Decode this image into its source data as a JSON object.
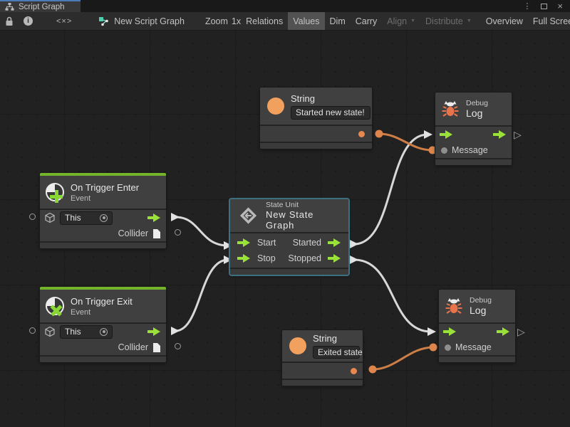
{
  "tab": {
    "title": "Script Graph"
  },
  "icons": {
    "menu_glyph": "⋮",
    "close_glyph": "×",
    "chevron_down": "▼",
    "hollow_triangle": "▷",
    "breadcrumb_glyph": "<×>"
  },
  "toolbar": {
    "graph_name": "New Script Graph",
    "zoom_label": "Zoom",
    "zoom_value": "1x",
    "buttons": {
      "relations": "Relations",
      "values": "Values",
      "dim": "Dim",
      "carry": "Carry",
      "align": "Align",
      "distribute": "Distribute",
      "overview": "Overview",
      "fullscreen": "Full Screen"
    }
  },
  "nodes": {
    "string_top": {
      "title": "String",
      "value": "Started new state!"
    },
    "debug_top": {
      "kind": "Debug",
      "title": "Log",
      "port": "Message"
    },
    "trigger_enter": {
      "title": "On Trigger Enter",
      "subtitle": "Event",
      "target": "This",
      "output": "Collider"
    },
    "state_unit": {
      "kind": "State Unit",
      "title": "New State Graph",
      "in1": "Start",
      "in2": "Stop",
      "out1": "Started",
      "out2": "Stopped"
    },
    "trigger_exit": {
      "title": "On Trigger Exit",
      "subtitle": "Event",
      "target": "This",
      "output": "Collider"
    },
    "string_bottom": {
      "title": "String",
      "value": "Exited state"
    },
    "debug_bottom": {
      "kind": "Debug",
      "title": "Log",
      "port": "Message"
    }
  },
  "colors": {
    "selection": "#3c7080",
    "flow_green": "#9ae13a",
    "event_green": "#74b42d",
    "value_orange": "#ee9a5a",
    "wire_orange": "#cd7e46",
    "wire_white": "#d8d8d8",
    "tab_accent": "#4c7cb8"
  }
}
